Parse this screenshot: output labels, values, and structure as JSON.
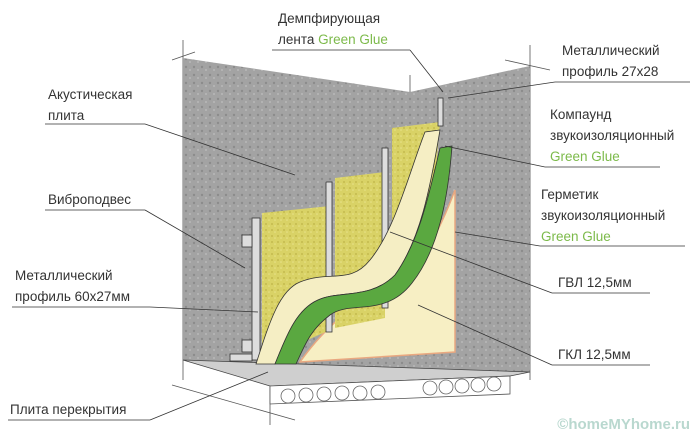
{
  "labels": {
    "damping_tape": {
      "line1": "Демпфирующая",
      "line2": "лента",
      "brand": "Green Glue"
    },
    "metal_profile_top": {
      "line1": "Металлический",
      "line2": "профиль 27x28"
    },
    "compound": {
      "line1": "Компаунд",
      "line2": "звукоизоляционный",
      "brand": "Green Glue"
    },
    "sealant": {
      "line1": "Герметик",
      "line2": "звукоизоляционный",
      "brand": "Green Glue"
    },
    "gvl": "ГВЛ 12,5мм",
    "gkl": "ГКЛ 12,5мм",
    "acoustic_board": {
      "line1": "Акустическая",
      "line2": "плита"
    },
    "vibro_hanger": "Виброподвес",
    "metal_profile_side": {
      "line1": "Металлический",
      "line2": "профиль 60x27мм"
    },
    "floor_slab": "Плита перекрытия"
  },
  "watermark": "©homeMYhome.ru",
  "colors": {
    "wall": "#9a9a9a",
    "wool": "#d8d264",
    "board": "#f6efc0",
    "green": "#5aa840",
    "accent_text": "#7cba4a"
  }
}
